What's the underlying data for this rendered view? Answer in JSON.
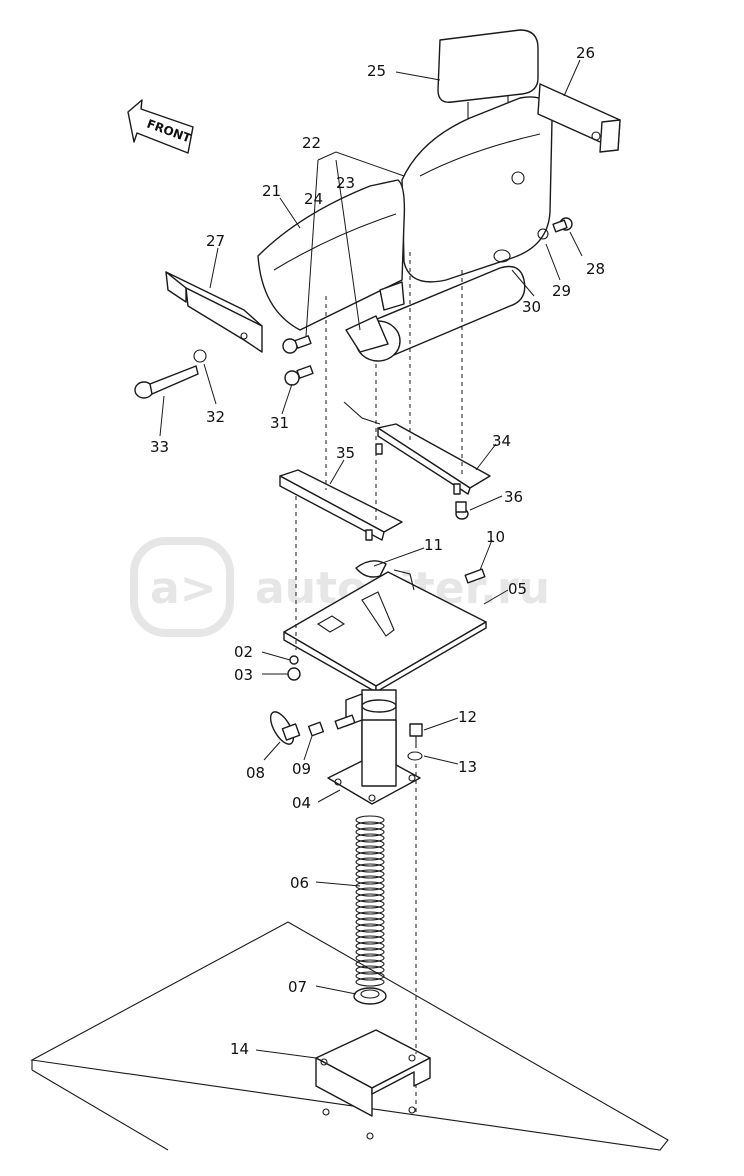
{
  "front_label": "FRONT",
  "watermark": {
    "text": "autopiter.ru",
    "badge": "a>"
  },
  "callouts": {
    "p25": "25",
    "p26": "26",
    "p22": "22",
    "p24": "24",
    "p23": "23",
    "p21": "21",
    "p27": "27",
    "p28": "28",
    "p29": "29",
    "p30": "30",
    "p31": "31",
    "p32": "32",
    "p33": "33",
    "p34": "34",
    "p35": "35",
    "p36": "36",
    "p11": "11",
    "p10": "10",
    "p05": "05",
    "p02": "02",
    "p03": "03",
    "p12": "12",
    "p13": "13",
    "p08": "08",
    "p09": "09",
    "p04": "04",
    "p06": "06",
    "p07": "07",
    "p14": "14"
  },
  "colors": {
    "line": "#1a1a1a",
    "paper": "#ffffff",
    "watermark": "#e6e6e6"
  }
}
